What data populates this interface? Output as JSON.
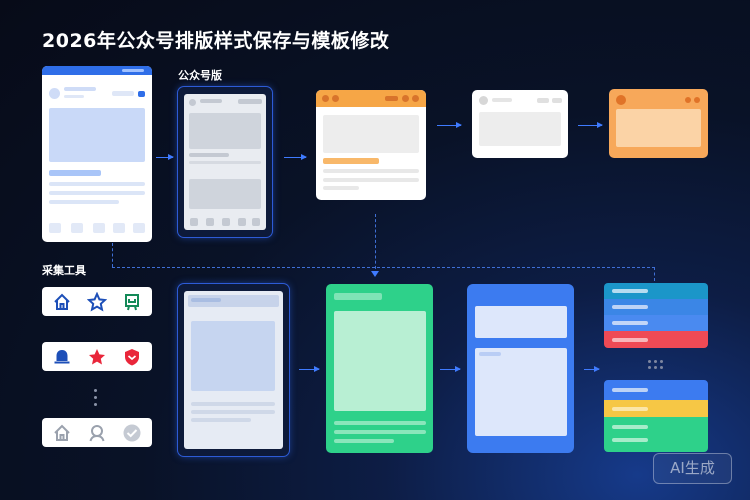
{
  "header": {
    "title": "2026年公众号排版样式保存与模板修改"
  },
  "labels": {
    "wechat": "公众号版",
    "collector": "采集工具"
  },
  "badge": {
    "text": "AI生成"
  },
  "icons": {
    "row1": [
      "home-icon",
      "star-icon",
      "cart-icon"
    ],
    "row2": [
      "bell-icon",
      "star-icon",
      "shield-icon"
    ],
    "row3": [
      "home-icon",
      "search-icon",
      "check-icon"
    ]
  },
  "colors": {
    "blue": "#2f6ee8",
    "orange": "#f6a646",
    "green": "#2ed18a",
    "red": "#ef4a55",
    "yellow": "#f6c745",
    "arrow": "#3f7bff"
  }
}
